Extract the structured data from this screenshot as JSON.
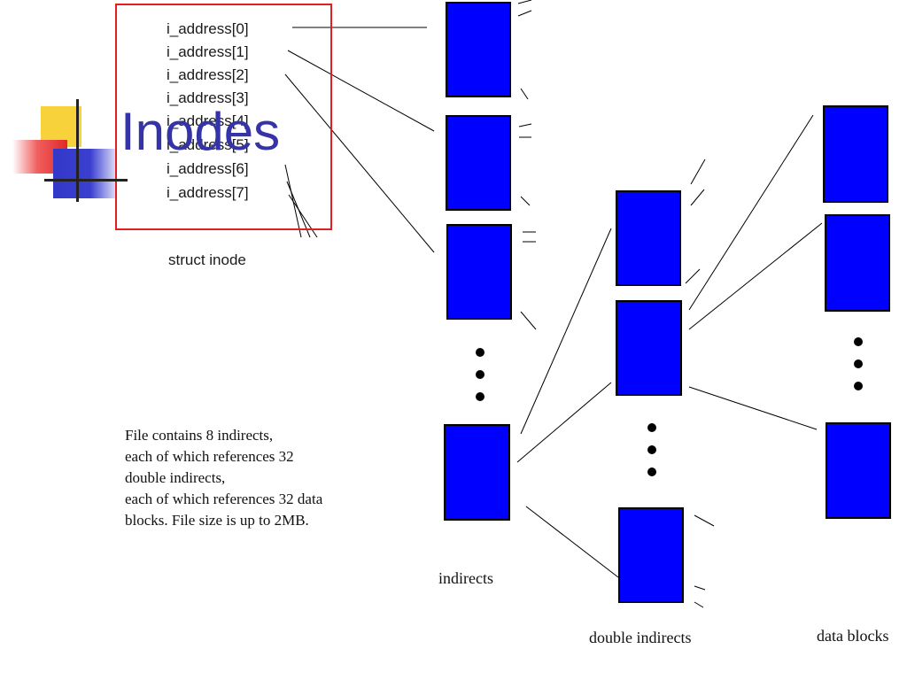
{
  "slide": {
    "title": "Inodes"
  },
  "inode": {
    "addresses": [
      "i_address[0]",
      "i_address[1]",
      "i_address[2]",
      "i_address[3]",
      "i_address[4]",
      "i_address[5]",
      "i_address[6]",
      "i_address[7]"
    ],
    "caption": "struct inode"
  },
  "description": [
    "File contains 8 indirects,",
    "each of which references 32",
    "double indirects,",
    "each of which references 32 data",
    "blocks. File size is up to 2MB."
  ],
  "captions": {
    "indirects": "indirects",
    "double_indirects": "double indirects",
    "data_blocks": "data blocks"
  },
  "colors": {
    "block": "#0000ff",
    "inode_border": "#e02020",
    "title": "#3434a8"
  }
}
